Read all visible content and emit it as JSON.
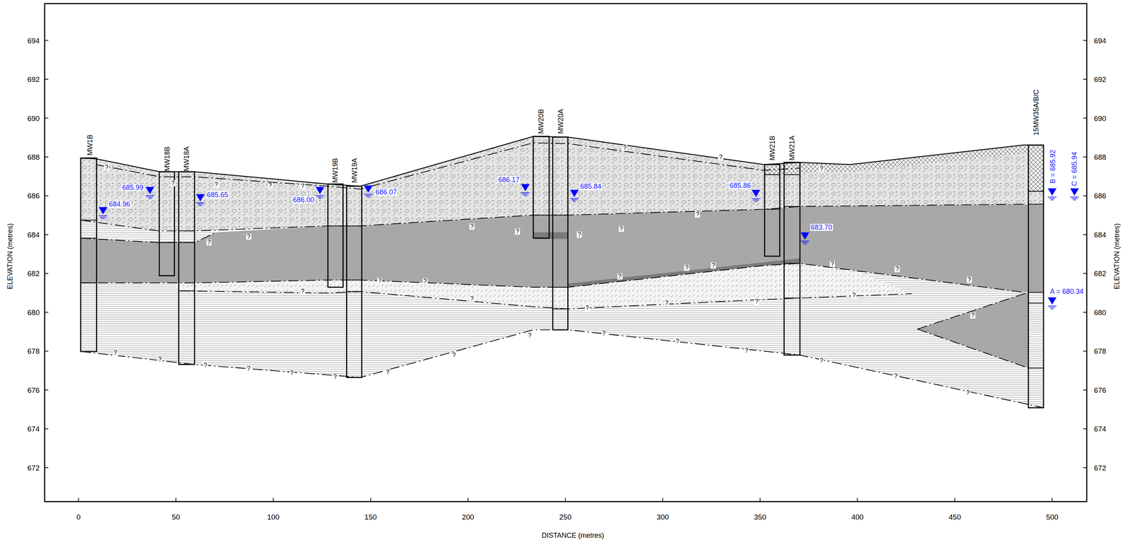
{
  "diagram": {
    "labels": [
      "694",
      "692",
      "690",
      "688",
      "686",
      "684",
      "682",
      "680",
      "678",
      "676",
      "674",
      "672",
      "694",
      "692",
      "690",
      "688",
      "686",
      "684",
      "682",
      "680",
      "678",
      "676",
      "674",
      "672",
      "0",
      "50",
      "100",
      "150",
      "200",
      "250",
      "300",
      "350",
      "400",
      "450",
      "500",
      "ELEVATION (metres)",
      "ELEVATION (metres)",
      "DISTANCE (metres)",
      "MW1B",
      "MW18B",
      "MW18A",
      "MW19B",
      "MW19A",
      "MW20B",
      "MW20A",
      "MW21B",
      "MW21A",
      "15MW35A/B/C",
      "684.96",
      "685.99",
      "685.65",
      "686.00",
      "686.07",
      "686.17",
      "685.84",
      "685.86",
      "683.70",
      "B = 685.92",
      "C = 685.94",
      "A = 680.34",
      "?",
      "?",
      "?",
      "?",
      "?",
      "?",
      "?",
      "?",
      "?",
      "?",
      "?",
      "?",
      "?",
      "?",
      "?",
      "?",
      "?",
      "?",
      "?",
      "?",
      "?",
      "?",
      "?",
      "?",
      "?",
      "?",
      "?",
      "?",
      "?",
      "?",
      "?",
      "?",
      "?",
      "?",
      "?",
      "?",
      "?",
      "?",
      "?",
      "?",
      "?",
      "?",
      "?",
      "?",
      "?"
    ]
  }
}
